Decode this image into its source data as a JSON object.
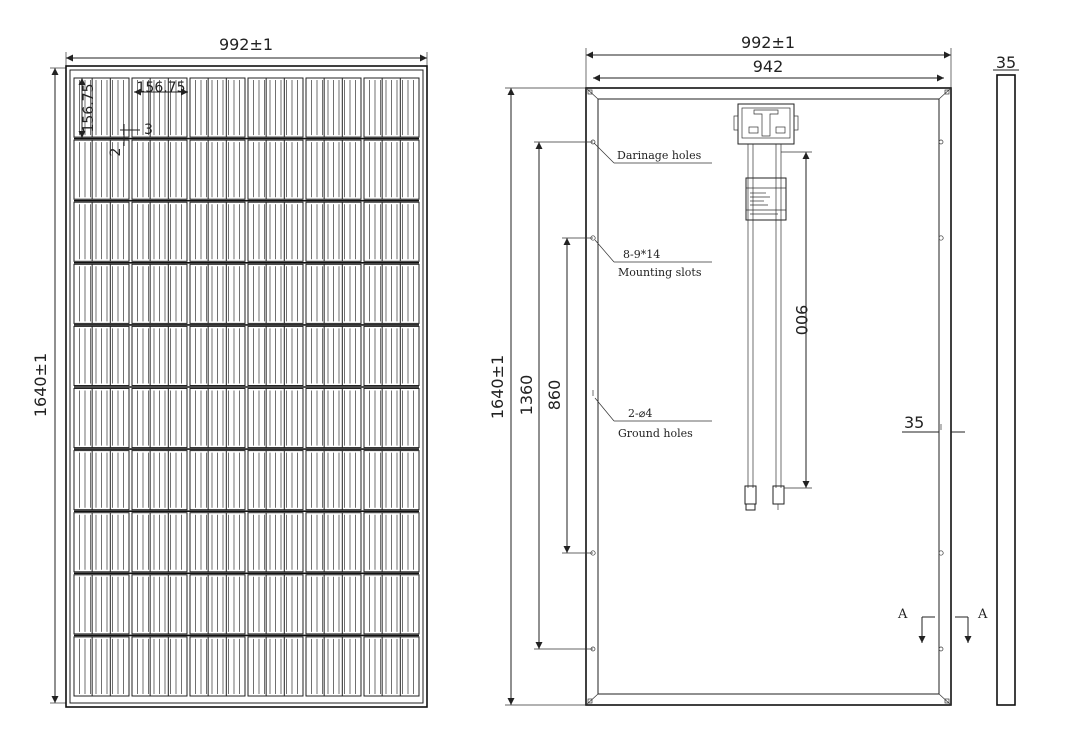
{
  "front_view": {
    "width_dim": "992±1",
    "height_dim": "1640±1",
    "cell_width_dim": "156.75",
    "cell_height_dim": "156.75",
    "gap_h_dim": "3",
    "gap_v_dim": "2",
    "cell_columns": 6,
    "cell_rows": 10
  },
  "back_view": {
    "width_dim": "992±1",
    "inner_width_dim": "942",
    "height_dim": "1640±1",
    "drain_span_dim": "1360",
    "mount_span_dim": "860",
    "cable_length_dim": "900",
    "frame_dim": "35",
    "drainage_note": "Darinage holes",
    "mounting_spec": "8-9*14",
    "mounting_note": "Mounting slots",
    "ground_spec": "2-⌀4",
    "ground_note": "Ground holes",
    "section_left": "A",
    "section_right": "A"
  },
  "side_view": {
    "thickness_dim": "35"
  }
}
